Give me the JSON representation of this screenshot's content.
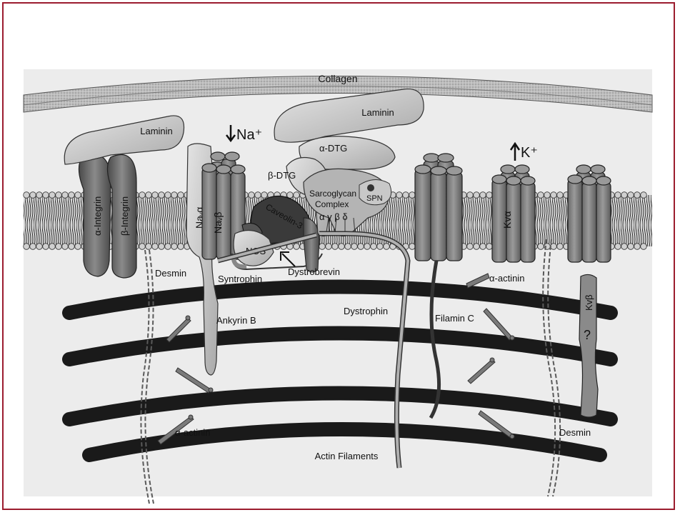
{
  "figure": {
    "frame_color": "#9b1c2e",
    "background_color": "#ececec",
    "labels": {
      "collagen": "Collagen",
      "laminin_left": "Laminin",
      "laminin_right": "Laminin",
      "na_ion": "Na⁺",
      "k_ion": "K⁺",
      "alpha_dtg": "α-DTG",
      "beta_dtg": "β-DTG",
      "sarcoglycan_line1": "Sarcoglycan",
      "sarcoglycan_line2": "Complex",
      "sarcoglycan_subunits": "α γ β δ",
      "spn": "SPN",
      "alpha_integrin": "α-Integrin",
      "beta_integrin": "β-Integrin",
      "nav_alpha": "Naᵥα",
      "nav_beta": "Naᵥβ",
      "caveolin": "Caveolin-3",
      "nos": "NOS",
      "syntrophin": "Syntrophin",
      "dystrobrevin": "Dystrobrevin",
      "desmin_left": "Desmin",
      "desmin_right": "Desmin",
      "ankyrin_b": "Ankyrin B",
      "dystrophin": "Dystrophin",
      "filamin_c": "Filamin C",
      "alpha_actinin_right": "α-actinin",
      "alpha_actinin_left": "α-actinin",
      "kv_alpha": "Kvα",
      "kv_beta": "Kvβ",
      "question_mark": "?",
      "actin_filaments": "Actin Filaments"
    }
  }
}
